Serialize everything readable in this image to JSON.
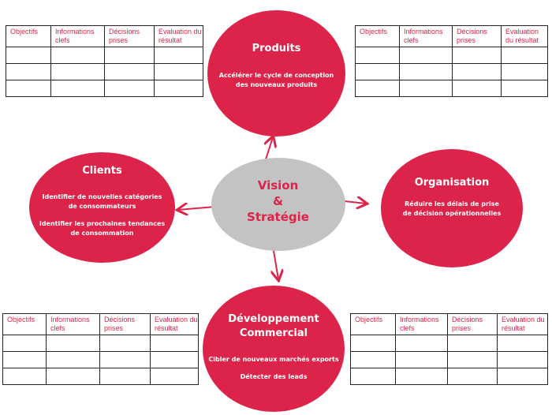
{
  "table_headers": [
    "Objectifs",
    "Informations clefs",
    "Décisions prises",
    "Evaluation du résultat"
  ],
  "center": {
    "line1": "Vision",
    "line2": "&",
    "line3": "Stratégie"
  },
  "circles": {
    "produits": {
      "title": "Produits",
      "lines": [
        "Accélérer le cycle de conception",
        "des nouveaux produits"
      ]
    },
    "clients": {
      "title": "Clients",
      "lines": [
        "Identifier de nouvelles catégories",
        "de consommateurs",
        "",
        "Identifier les prochaines tendances",
        "de consommation"
      ]
    },
    "organisation": {
      "title": "Organisation",
      "lines": [
        "Réduire les délais de prise",
        "de décision opérationnelles"
      ]
    },
    "developpement": {
      "title_line1": "Développement",
      "title_line2": "Commercial",
      "lines": [
        "Cibler de nouveaux marchés exports",
        "",
        "Détecter des leads"
      ]
    }
  },
  "colors": {
    "accent": "#dc244a",
    "center": "#c3c3c3",
    "grid": "#222222"
  }
}
